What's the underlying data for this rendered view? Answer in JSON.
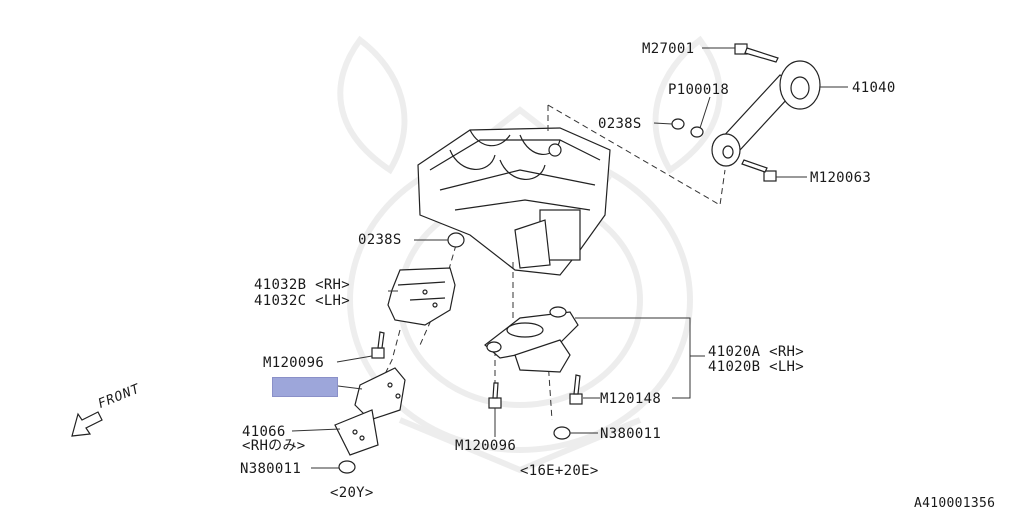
{
  "diagram_id": "A410001356",
  "front_label": "FRONT",
  "highlight_color": "#9da6da",
  "callouts": {
    "m27001": "M27001",
    "p100018": "P100018",
    "s0238_top": "0238S",
    "p41040": "41040",
    "m120063": "M120063",
    "s0238_mid": "0238S",
    "p41032b": "41032B <RH>",
    "p41032c": "41032C <LH>",
    "m120096_left": "M120096",
    "p41066": "41066",
    "rh_only": "<RHのみ>",
    "n380011_left": "N380011",
    "note_20y": "<20Y>",
    "p41020a": "41020A <RH>",
    "p41020b": "41020B <LH>",
    "m120148": "M120148",
    "m120096_bottom": "M120096",
    "n380011_right": "N380011",
    "note_16e20e": "<16E+20E>"
  }
}
